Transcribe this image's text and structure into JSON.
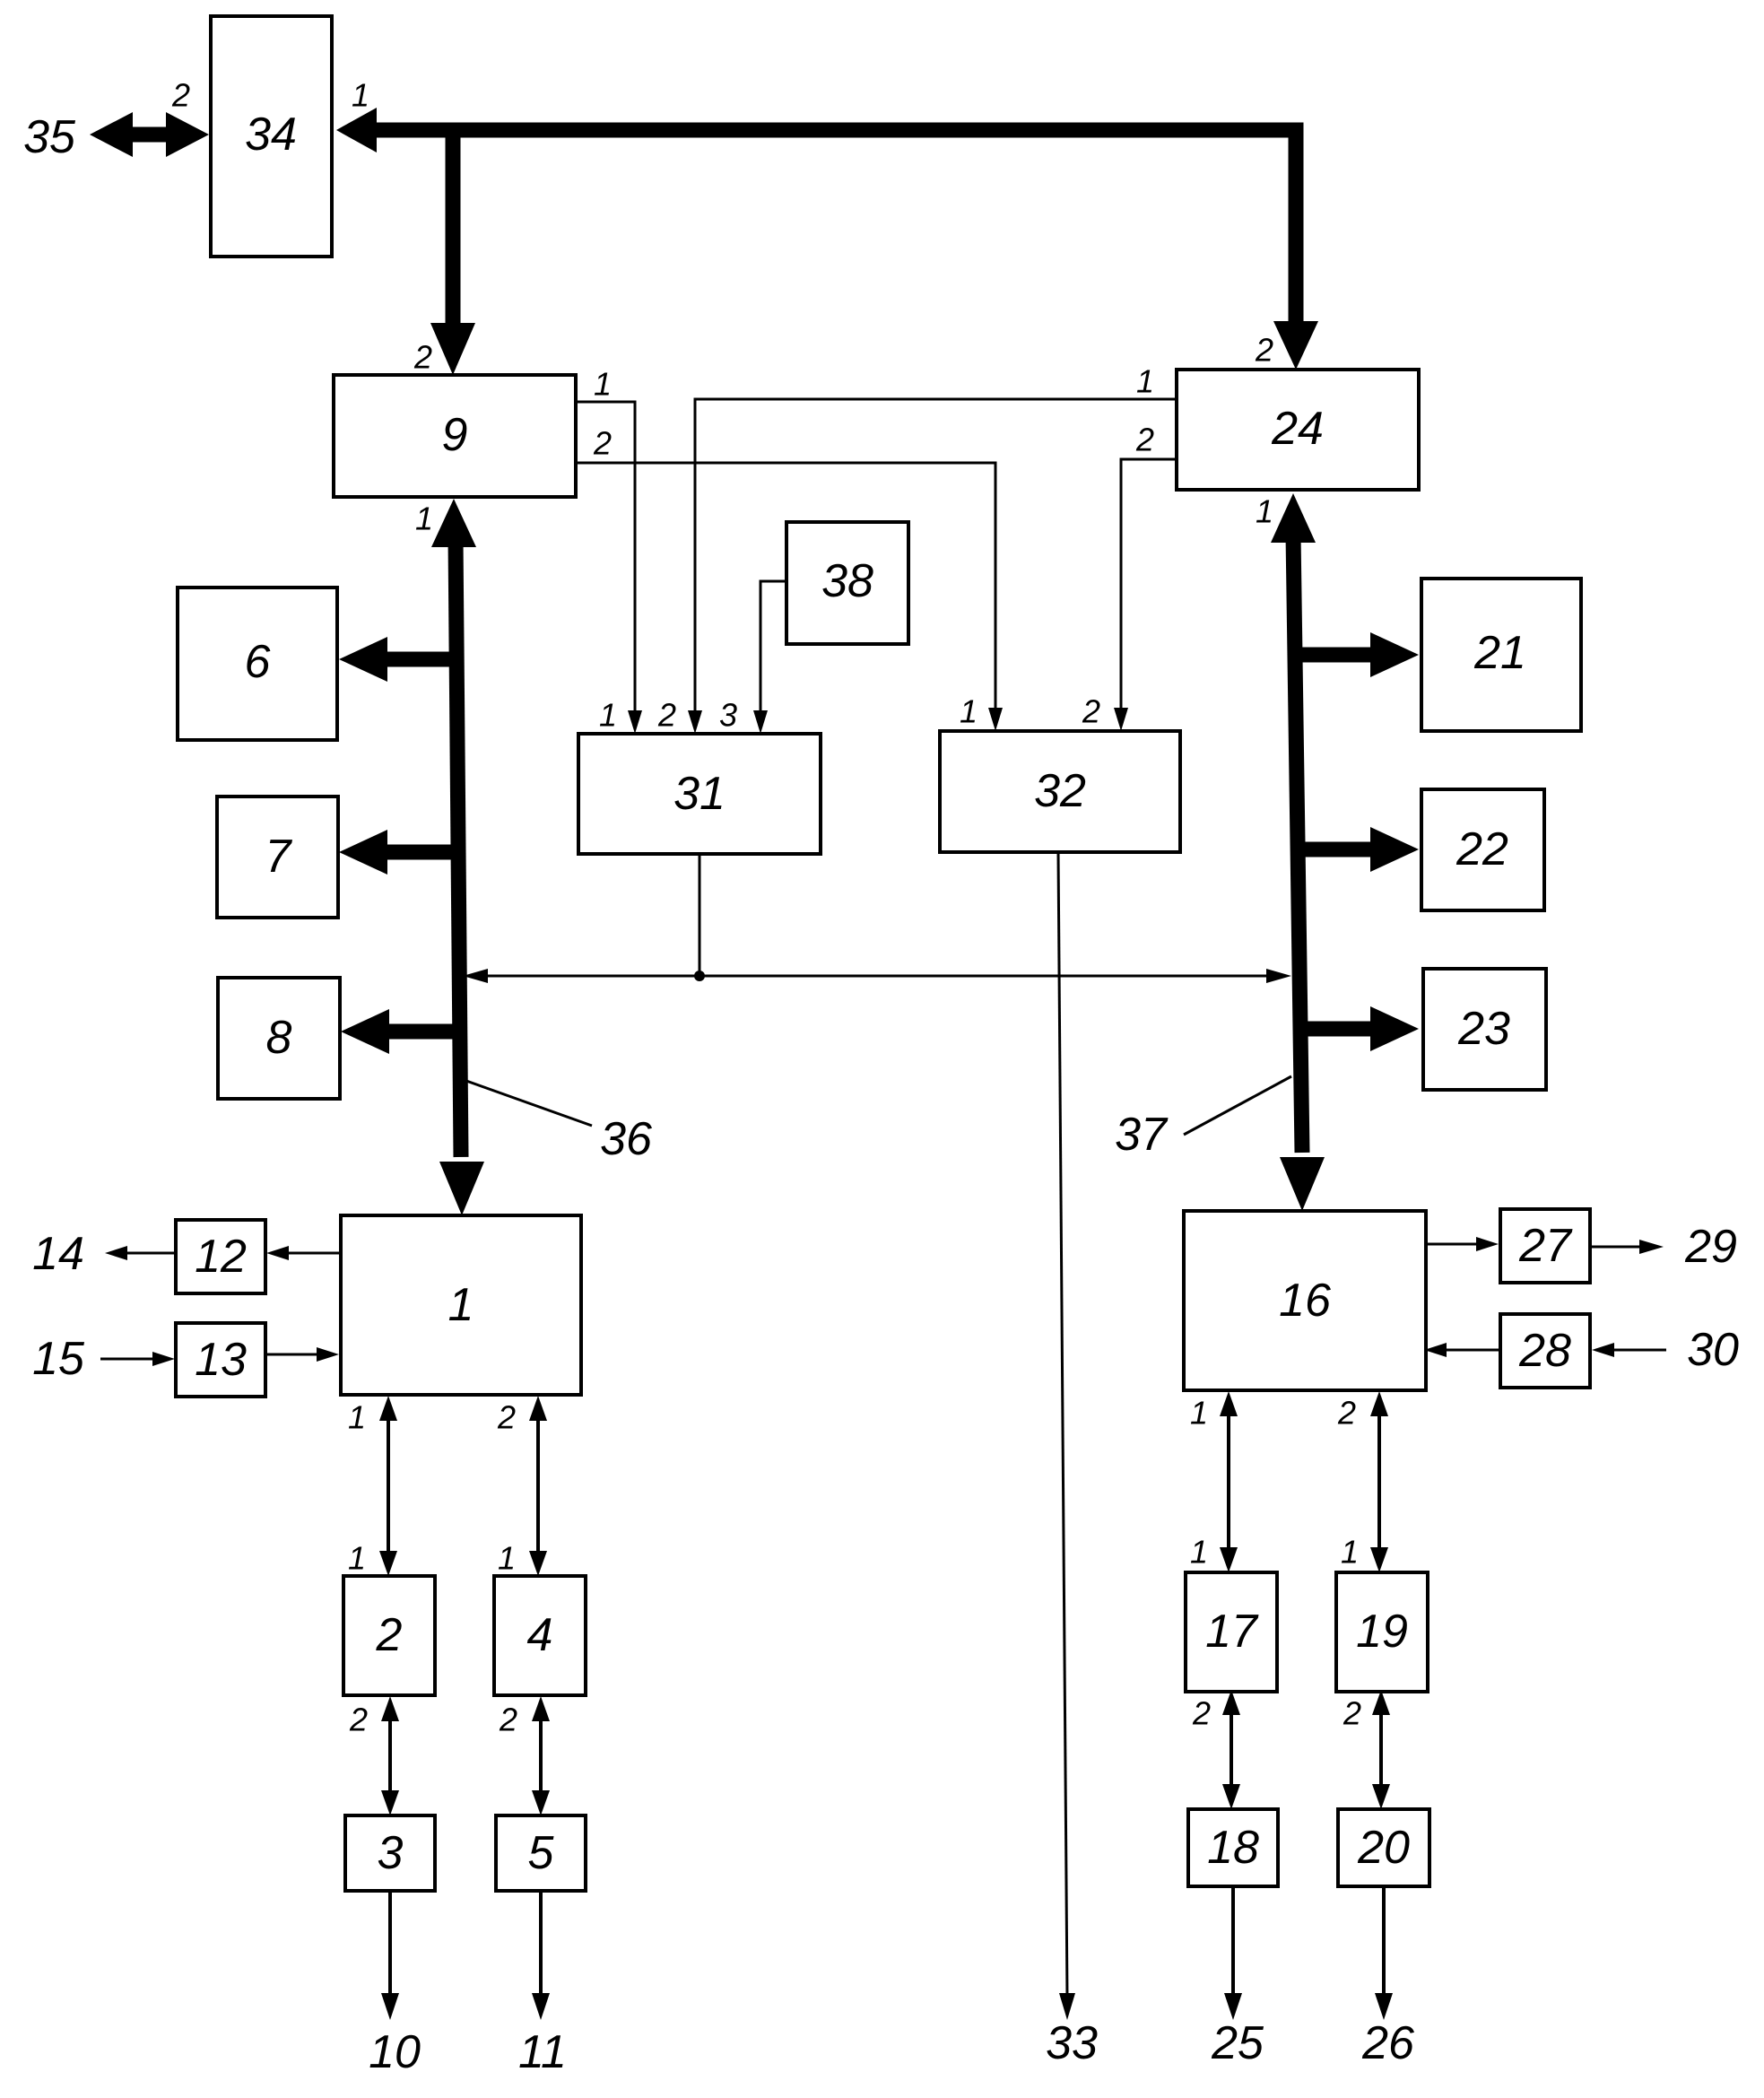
{
  "blocks": {
    "b1": "1",
    "b2": "2",
    "b3": "3",
    "b4": "4",
    "b5": "5",
    "b6": "6",
    "b7": "7",
    "b8": "8",
    "b9": "9",
    "b12": "12",
    "b13": "13",
    "b16": "16",
    "b17": "17",
    "b18": "18",
    "b19": "19",
    "b20": "20",
    "b21": "21",
    "b22": "22",
    "b23": "23",
    "b24": "24",
    "b27": "27",
    "b28": "28",
    "b31": "31",
    "b32": "32",
    "b34": "34",
    "b38": "38"
  },
  "terminals": {
    "t10": "10",
    "t11": "11",
    "t14": "14",
    "t15": "15",
    "t25": "25",
    "t26": "26",
    "t29": "29",
    "t30": "30",
    "t33": "33",
    "t35": "35",
    "t36": "36",
    "t37": "37"
  },
  "ports": {
    "p1": "1",
    "p2": "2",
    "p3": "3"
  }
}
